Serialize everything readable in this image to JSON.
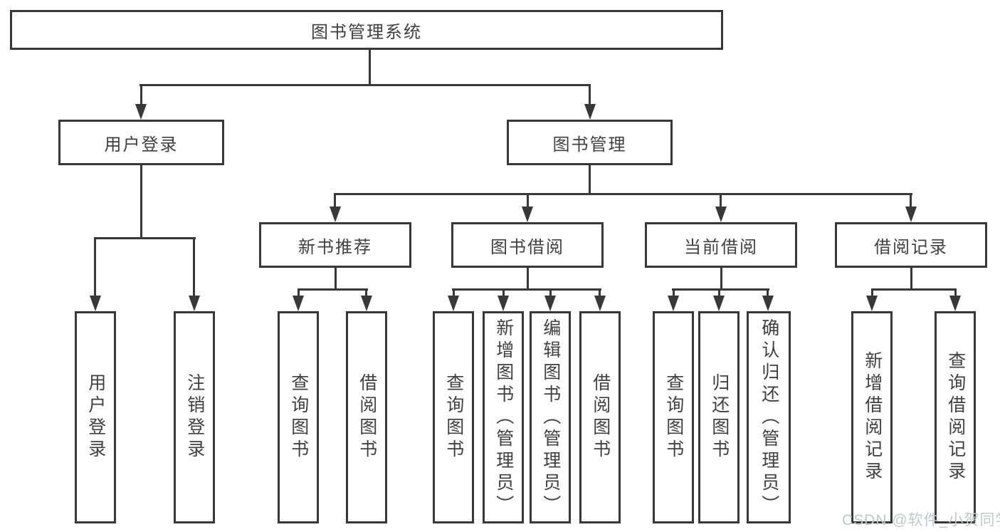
{
  "diagram": {
    "title_node": {
      "label": "图书管理系统"
    },
    "level2": [
      {
        "id": "user-login",
        "label": "用户登录"
      },
      {
        "id": "book-management",
        "label": "图书管理"
      }
    ],
    "level3": [
      {
        "id": "new-book-recommend",
        "label": "新书推荐",
        "parent": "book-management"
      },
      {
        "id": "book-borrowing",
        "label": "图书借阅",
        "parent": "book-management"
      },
      {
        "id": "current-borrowing",
        "label": "当前借阅",
        "parent": "book-management"
      },
      {
        "id": "borrowing-records",
        "label": "借阅记录",
        "parent": "book-management"
      }
    ],
    "leaves": [
      {
        "parent": "user-login",
        "label": "用户登录"
      },
      {
        "parent": "user-login",
        "label": "注销登录"
      },
      {
        "parent": "new-book-recommend",
        "label": "查询图书"
      },
      {
        "parent": "new-book-recommend",
        "label": "借阅图书"
      },
      {
        "parent": "book-borrowing",
        "label": "查询图书"
      },
      {
        "parent": "book-borrowing",
        "label": "新增图书（管理员）"
      },
      {
        "parent": "book-borrowing",
        "label": "编辑图书（管理员）"
      },
      {
        "parent": "book-borrowing",
        "label": "借阅图书"
      },
      {
        "parent": "current-borrowing",
        "label": "查询图书"
      },
      {
        "parent": "current-borrowing",
        "label": "归还图书"
      },
      {
        "parent": "current-borrowing",
        "label": "确认归还（管理员）"
      },
      {
        "parent": "borrowing-records",
        "label": "新增借阅记录"
      },
      {
        "parent": "borrowing-records",
        "label": "查询借阅记录"
      }
    ],
    "watermark": "CSDN @软件_小贺同学",
    "colors": {
      "line": "#383838",
      "text": "#404040",
      "background": "#ffffff",
      "watermark": "#c3c6ca"
    }
  }
}
